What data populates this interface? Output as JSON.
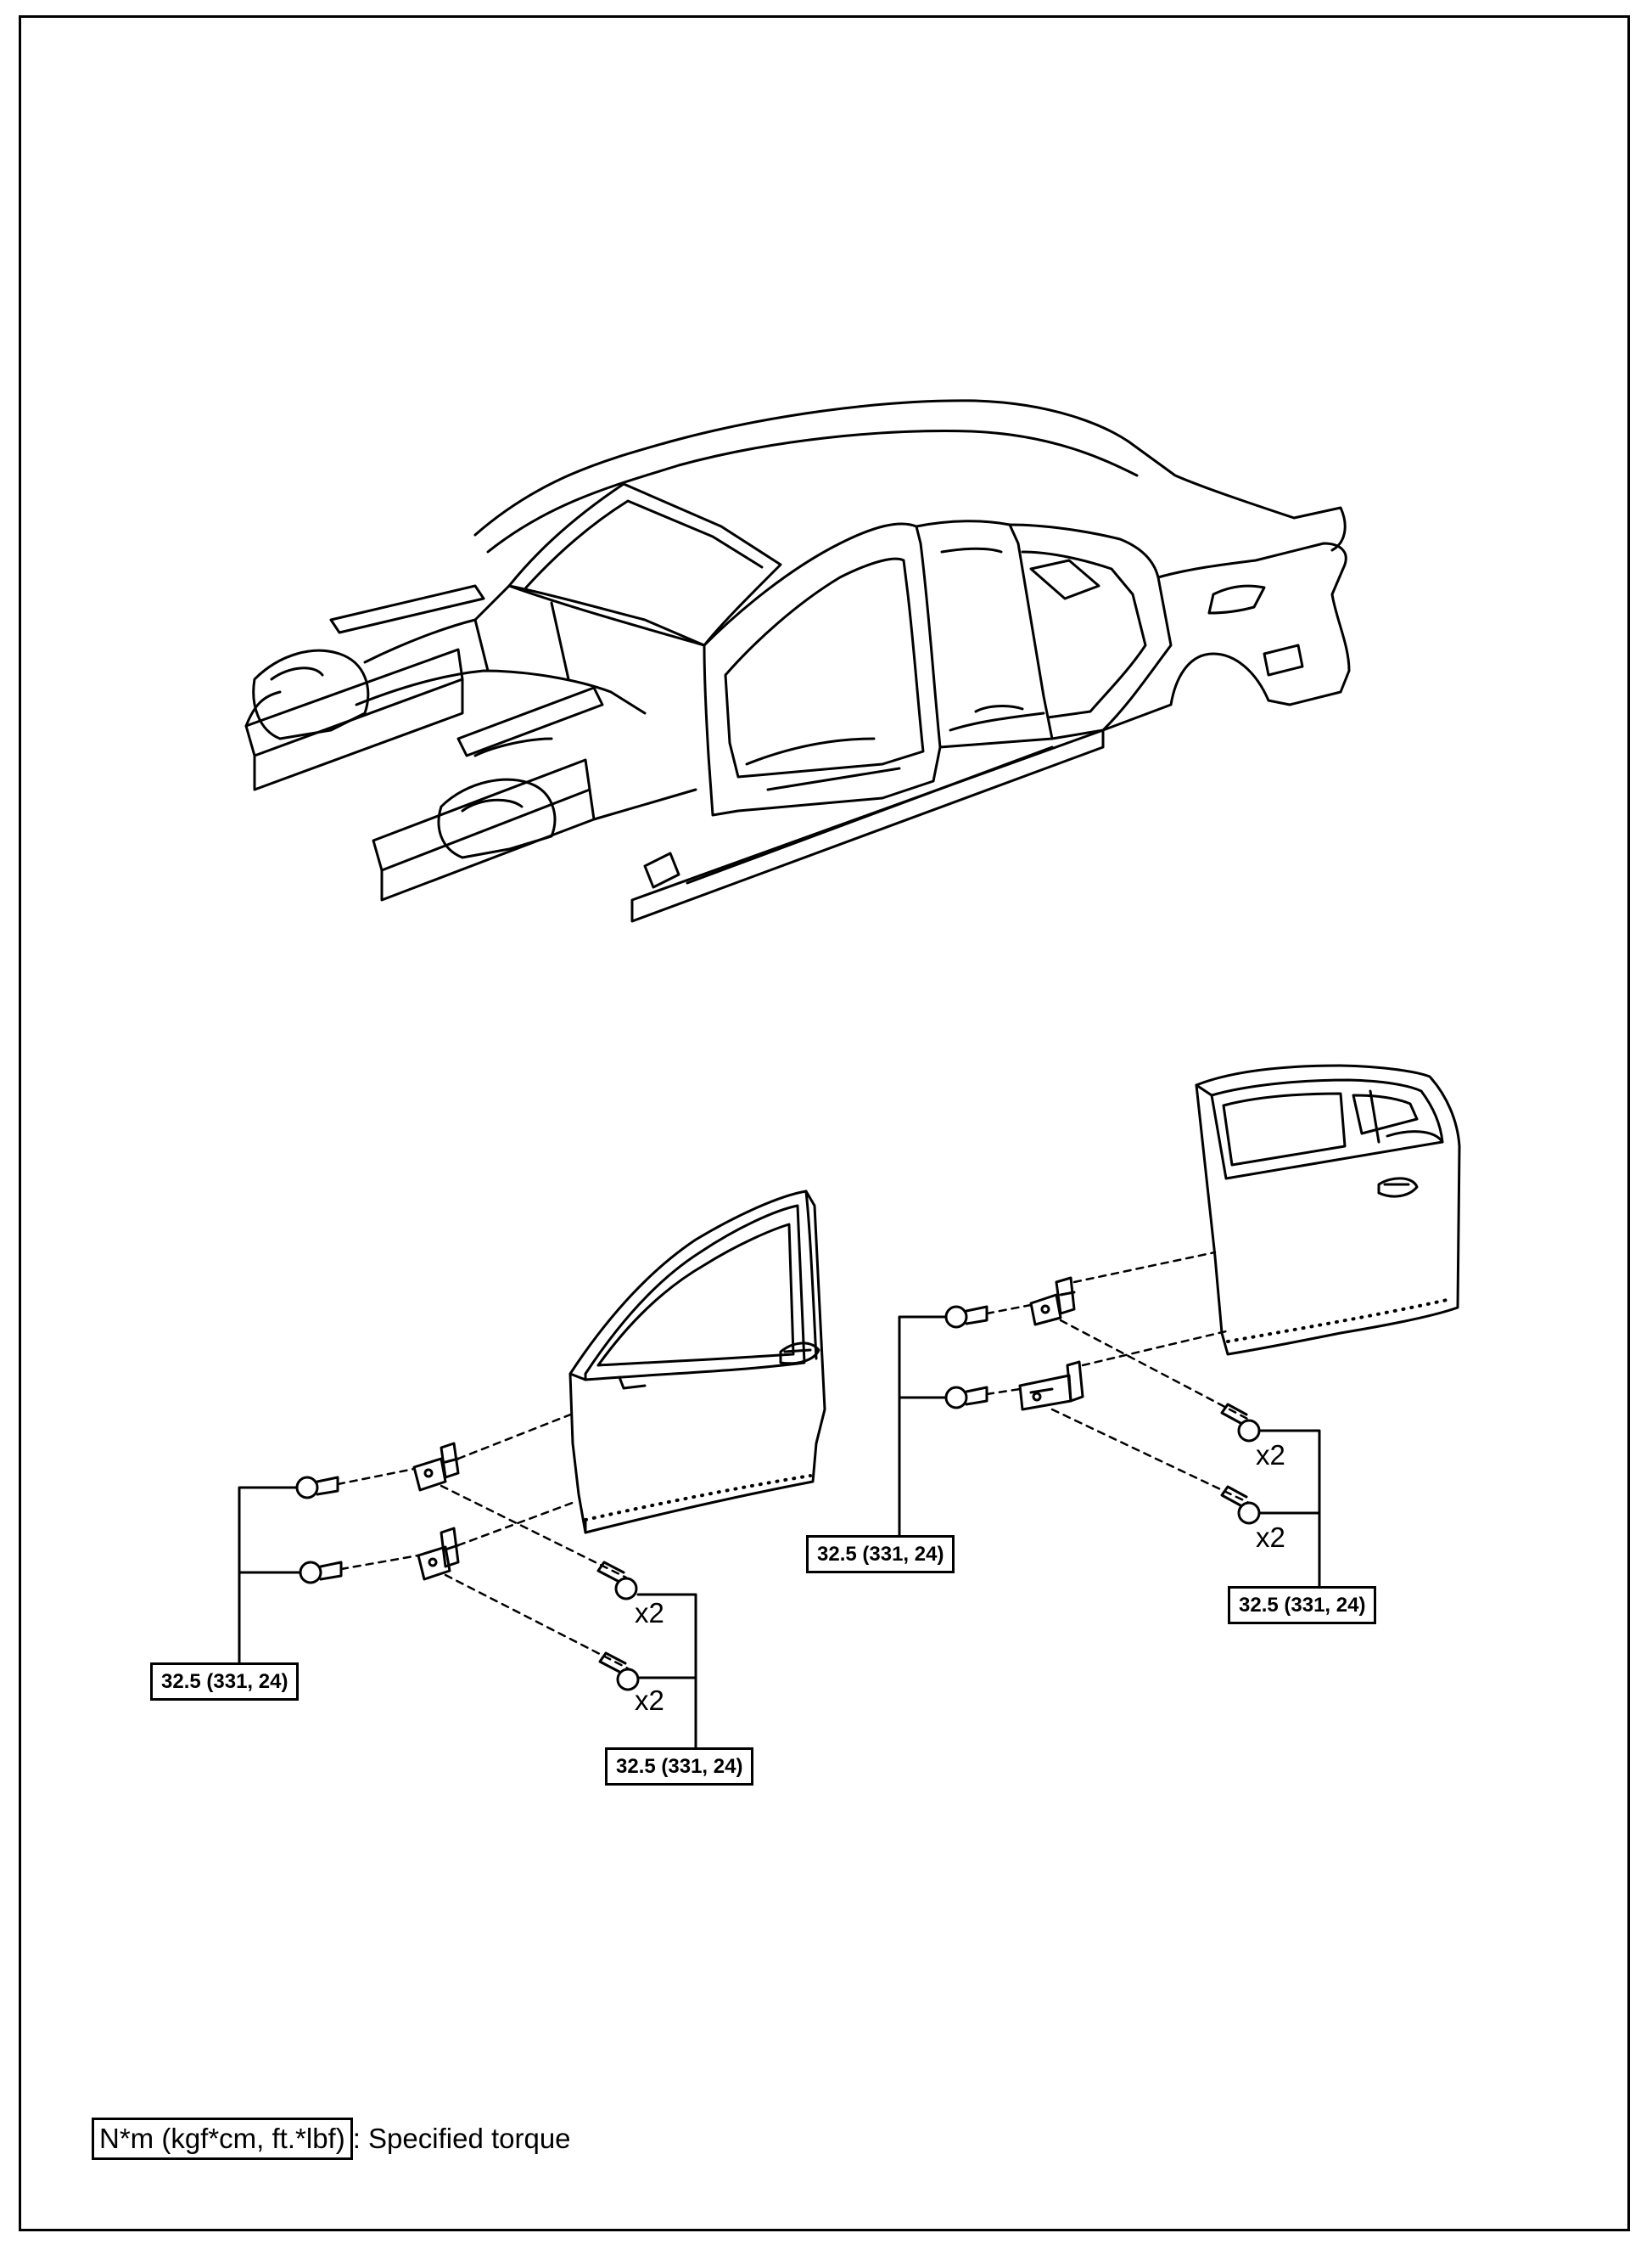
{
  "diagram": {
    "torque_labels": {
      "front_door_body": "32.5 (331, 24)",
      "front_door_hinge": "32.5 (331, 24)",
      "rear_door_body": "32.5 (331, 24)",
      "rear_door_hinge": "32.5 (331, 24)"
    },
    "multipliers": {
      "front_upper": "x2",
      "front_lower": "x2",
      "rear_upper": "x2",
      "rear_lower": "x2"
    },
    "legend": {
      "unit": "N*m (kgf*cm, ft.*lbf)",
      "description": ": Specified torque"
    }
  }
}
